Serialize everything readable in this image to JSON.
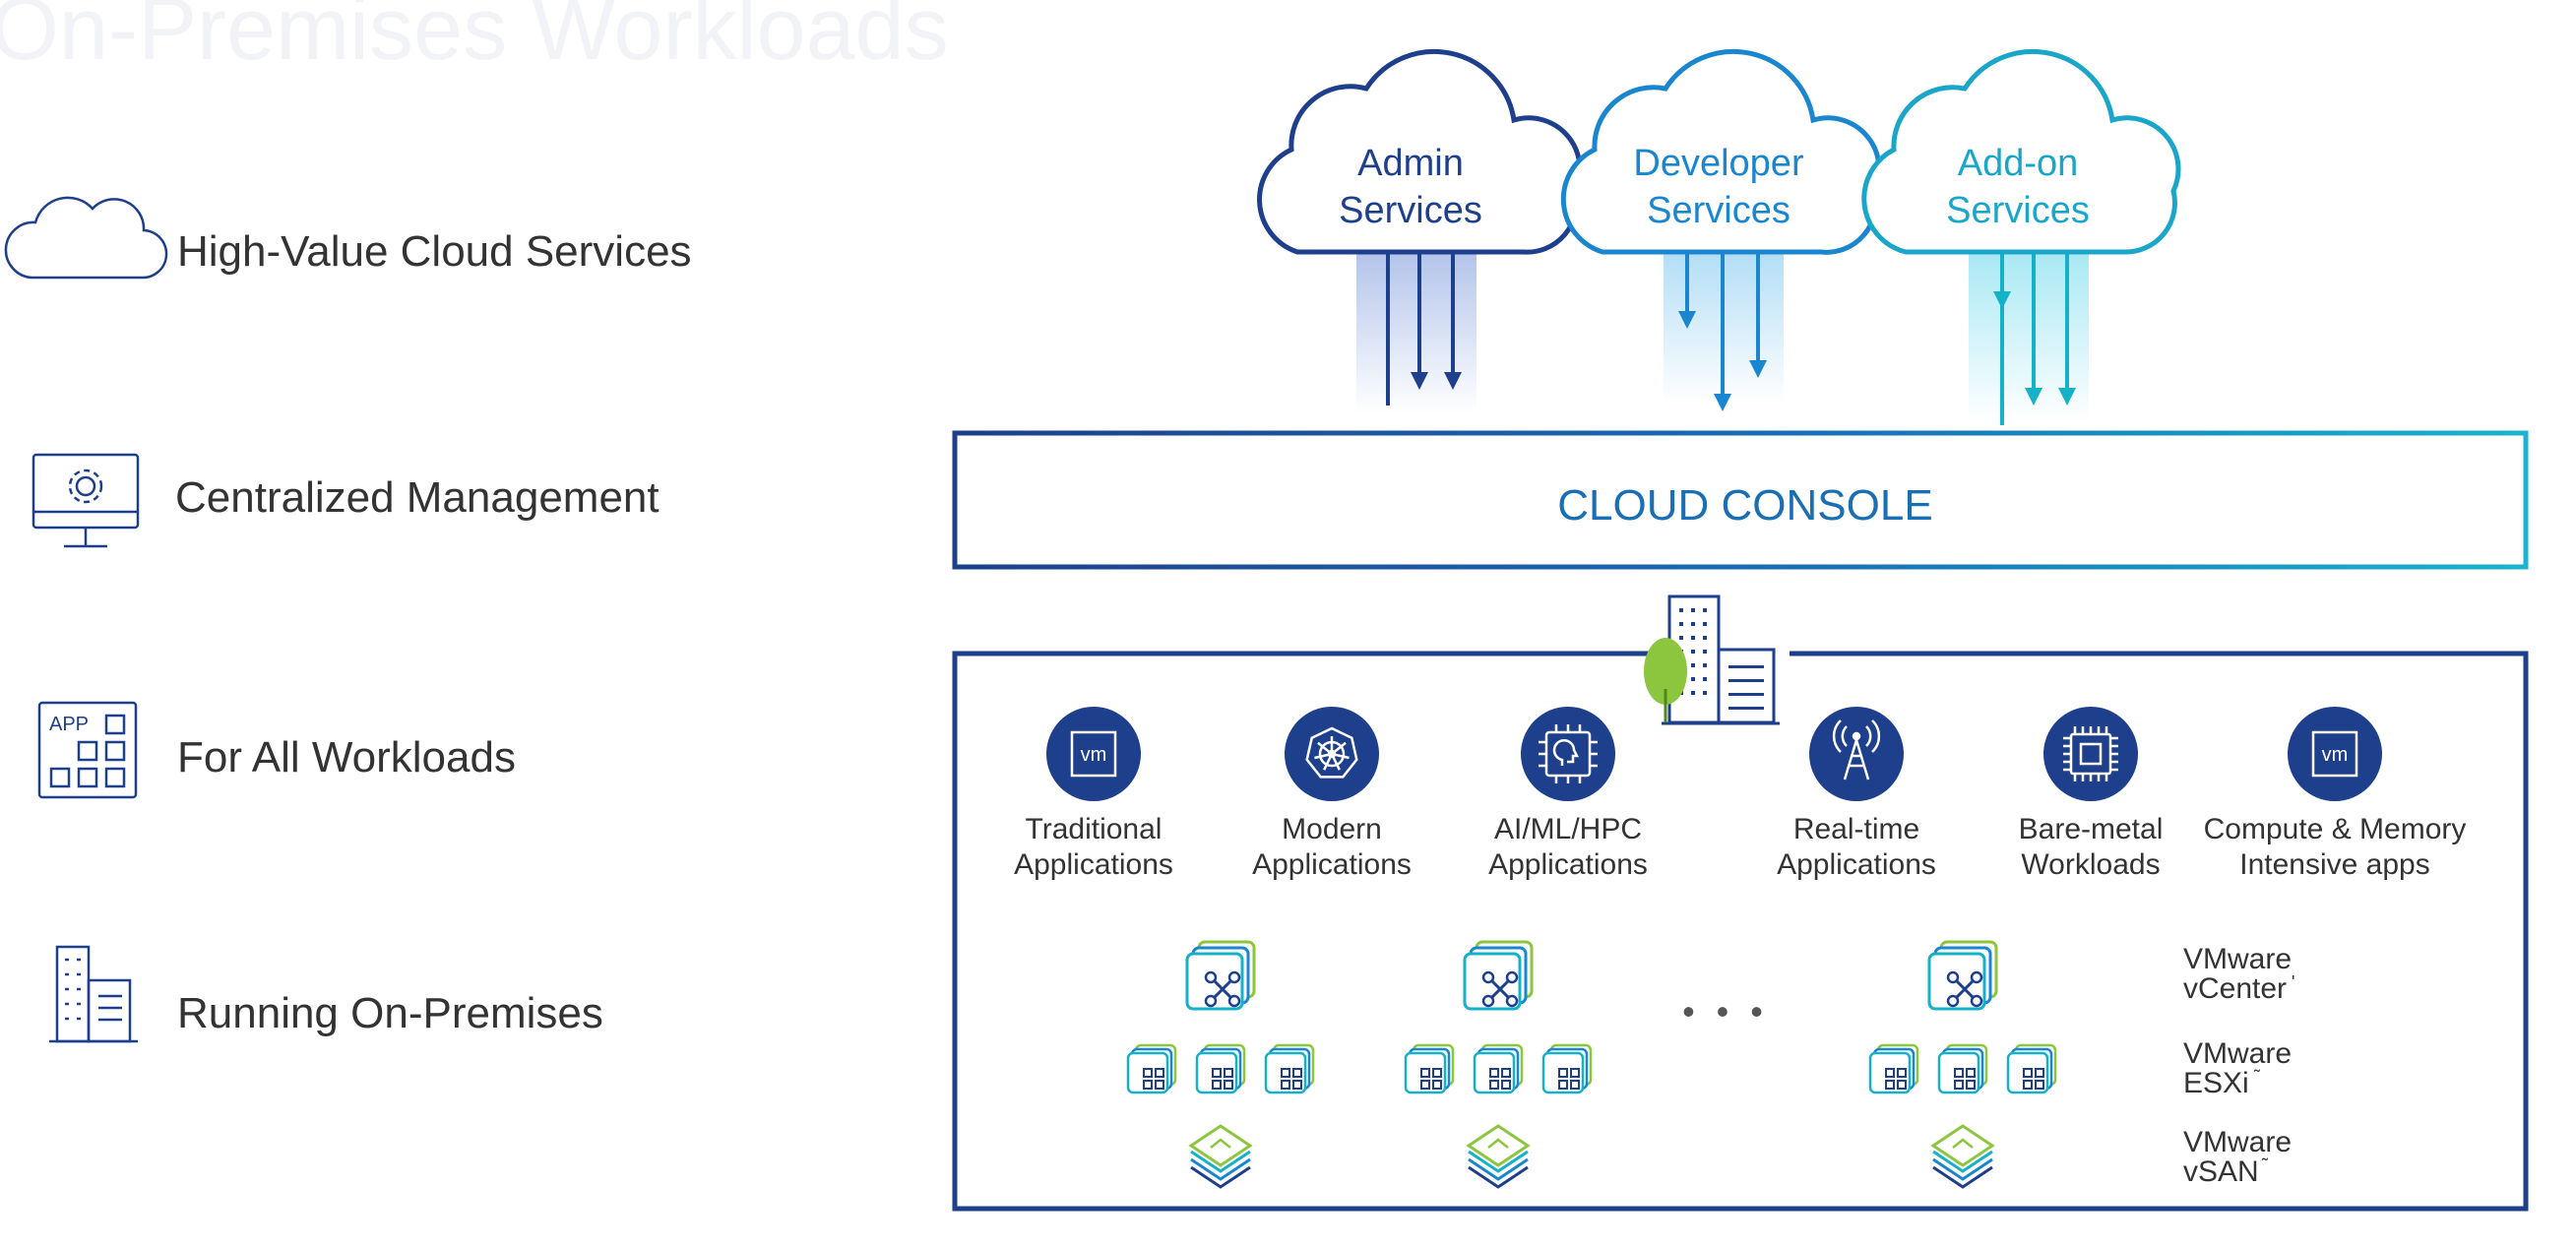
{
  "faded_title": "On-Premises Workloads",
  "left_features": [
    {
      "icon": "cloud-icon",
      "label": "High-Value Cloud Services"
    },
    {
      "icon": "monitor-gear-icon",
      "label": "Centralized Management"
    },
    {
      "icon": "app-grid-icon",
      "label": "For All Workloads",
      "icon_text": "APP"
    },
    {
      "icon": "building-icon",
      "label": "Running On-Premises"
    }
  ],
  "clouds": [
    {
      "line1": "Admin",
      "line2": "Services",
      "color": "#1d3f8c"
    },
    {
      "line1": "Developer",
      "line2": "Services",
      "color": "#1a86d0"
    },
    {
      "line1": "Add-on",
      "line2": "Services",
      "color": "#1aa6c8"
    }
  ],
  "console": {
    "label": "CLOUD CONSOLE",
    "text_color": "#1a6fb4"
  },
  "workloads": [
    {
      "icon": "vm-icon",
      "icon_text": "vm",
      "line1": "Traditional",
      "line2": "Applications"
    },
    {
      "icon": "kubernetes-icon",
      "line1": "Modern",
      "line2": "Applications"
    },
    {
      "icon": "chip-head-icon",
      "line1": "AI/ML/HPC",
      "line2": "Applications"
    },
    {
      "icon": "antenna-icon",
      "line1": "Real-time",
      "line2": "Applications"
    },
    {
      "icon": "cpu-icon",
      "line1": "Bare-metal",
      "line2": "Workloads"
    },
    {
      "icon": "vm-icon",
      "icon_text": "vm",
      "line1": "Compute & Memory",
      "line2": "Intensive apps"
    }
  ],
  "ellipsis": "• • •",
  "stack_legend": [
    {
      "line1": "VMware",
      "line2": "vCenter",
      "mark": "'"
    },
    {
      "line1": "VMware",
      "line2": "ESXi",
      "mark": "˜"
    },
    {
      "line1": "VMware",
      "line2": "vSAN",
      "mark": "˜"
    }
  ],
  "colors": {
    "navy": "#1d3f8c",
    "blue": "#1a86d0",
    "cyan": "#1aa6c8",
    "teal": "#15b1c9",
    "green": "#8cc63f",
    "text": "#333333"
  }
}
